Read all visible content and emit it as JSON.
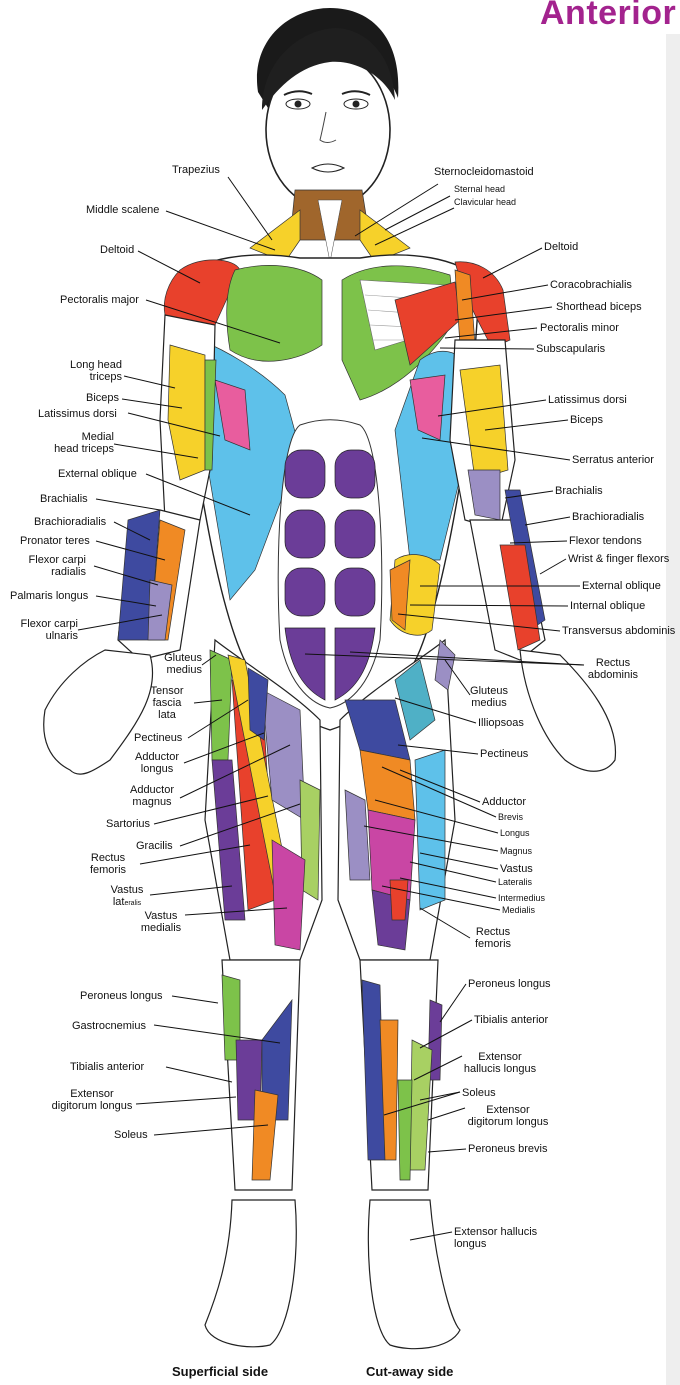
{
  "title": "Anterior",
  "colors": {
    "title": "#a3238e",
    "red": "#e8412c",
    "green": "#7dc24a",
    "lightgreen": "#a8d063",
    "yellow": "#f6d12a",
    "blue": "#3e4aa0",
    "lightblue": "#5ec1ea",
    "purple": "#6b3d98",
    "magenta": "#c946a4",
    "pink": "#e85d9e",
    "orange": "#f08a24",
    "brown": "#a0662c",
    "lavender": "#9b8fc4",
    "teal": "#4fb0c6"
  },
  "captions": {
    "left": "Superficial side",
    "right": "Cut-away side"
  },
  "labels": {
    "trapezius": "Trapezius",
    "middle_scalene": "Middle scalene",
    "deltoid_l": "Deltoid",
    "pectoralis_major": "Pectoralis major",
    "long_head_triceps_1": "Long head",
    "long_head_triceps_2": "triceps",
    "biceps_l": "Biceps",
    "latissimus_dorsi_l": "Latissimus dorsi",
    "medial_head_triceps_1": "Medial",
    "medial_head_triceps_2": "head triceps",
    "external_oblique_l": "External oblique",
    "brachialis_l": "Brachialis",
    "brachioradialis_l": "Brachioradialis",
    "pronator_teres": "Pronator teres",
    "flexor_carpi_radialis_1": "Flexor carpi",
    "flexor_carpi_radialis_2": "radialis",
    "palmaris_longus": "Palmaris longus",
    "flexor_carpi_ulnaris_1": "Flexor carpi",
    "flexor_carpi_ulnaris_2": "ulnaris",
    "gluteus_medius_l_1": "Gluteus",
    "gluteus_medius_l_2": "medius",
    "tensor_fascia_lata_1": "Tensor",
    "tensor_fascia_lata_2": "fascia",
    "tensor_fascia_lata_3": "lata",
    "pectineus_l": "Pectineus",
    "adductor_longus_1": "Adductor",
    "adductor_longus_2": "longus",
    "adductor_magnus_1": "Adductor",
    "adductor_magnus_2": "magnus",
    "sartorius": "Sartorius",
    "gracilis": "Gracilis",
    "rectus_femoris_l_1": "Rectus",
    "rectus_femoris_l_2": "femoris",
    "vastus_lateralis_1": "Vastus",
    "vastus_lateralis_2a": "lat",
    "vastus_lateralis_2b": "eralis",
    "vastus_medialis_1": "Vastus",
    "vastus_medialis_2": "medialis",
    "peroneus_longus_l": "Peroneus longus",
    "gastrocnemius": "Gastrocnemius",
    "tibialis_anterior_l": "Tibialis anterior",
    "extensor_digitorum_longus_l_1": "Extensor",
    "extensor_digitorum_longus_l_2": "digitorum longus",
    "soleus_l": "Soleus",
    "sternocleidomastoid": "Sternocleidomastoid",
    "sternal_head": "Sternal head",
    "clavicular_head": "Clavicular head",
    "deltoid_r": "Deltoid",
    "coracobrachialis": "Coracobrachialis",
    "shorthead_biceps": "Shorthead biceps",
    "pectoralis_minor": "Pectoralis minor",
    "subscapularis": "Subscapularis",
    "latissimus_dorsi_r": "Latissimus dorsi",
    "biceps_r": "Biceps",
    "serratus_anterior": "Serratus anterior",
    "brachialis_r": "Brachialis",
    "brachioradialis_r": "Brachioradialis",
    "flexor_tendons": "Flexor tendons",
    "wrist_finger_flexors": "Wrist & finger flexors",
    "external_oblique_r": "External oblique",
    "internal_oblique": "Internal oblique",
    "transversus_abdominis": "Transversus abdominis",
    "rectus_abdominis_1": "Rectus",
    "rectus_abdominis_2": "abdominis",
    "gluteus_medius_r_1": "Gluteus",
    "gluteus_medius_r_2": "medius",
    "illiopsoas": "Illiopsoas",
    "pectineus_r": "Pectineus",
    "adductor": "Adductor",
    "brevis": "Brevis",
    "longus": "Longus",
    "magnus": "Magnus",
    "vastus": "Vastus",
    "lateralis": "Lateralis",
    "intermedius": "Intermedius",
    "medialis": "Medialis",
    "rectus_femoris_r_1": "Rectus",
    "rectus_femoris_r_2": "femoris",
    "peroneus_longus_r": "Peroneus longus",
    "tibialis_anterior_r": "Tibialis anterior",
    "extensor_hallucis_longus_1": "Extensor",
    "extensor_hallucis_longus_2": "hallucis longus",
    "soleus_r": "Soleus",
    "extensor_digitorum_longus_r_1": "Extensor",
    "extensor_digitorum_longus_r_2": "digitorum longus",
    "peroneus_brevis": "Peroneus brevis",
    "extensor_hallucis_longus_low_1": "Extensor hallucis",
    "extensor_hallucis_longus_low_2": "longus"
  }
}
